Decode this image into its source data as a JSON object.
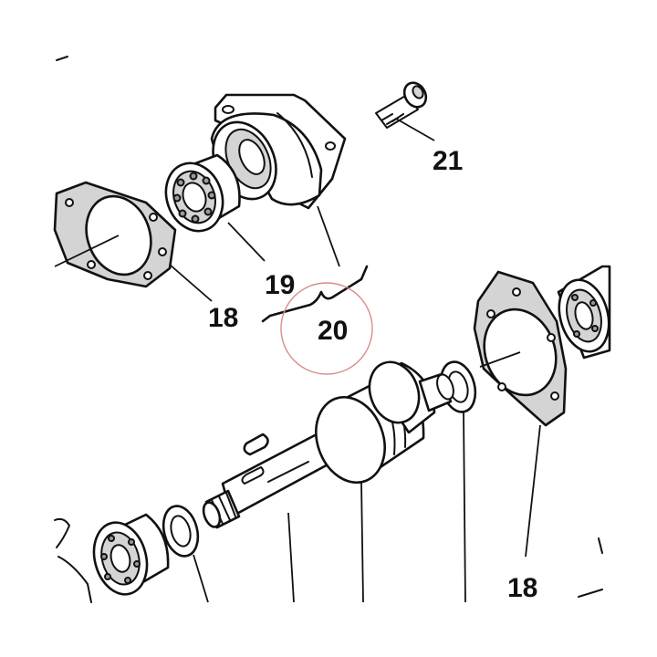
{
  "labels": {
    "part_18_left": "18",
    "part_19": "19",
    "part_20": "20",
    "part_21": "21",
    "part_18_right": "18"
  },
  "colors": {
    "ink": "#111111",
    "highlight_circle": "#d98b8b",
    "paper": "#ffffff"
  }
}
